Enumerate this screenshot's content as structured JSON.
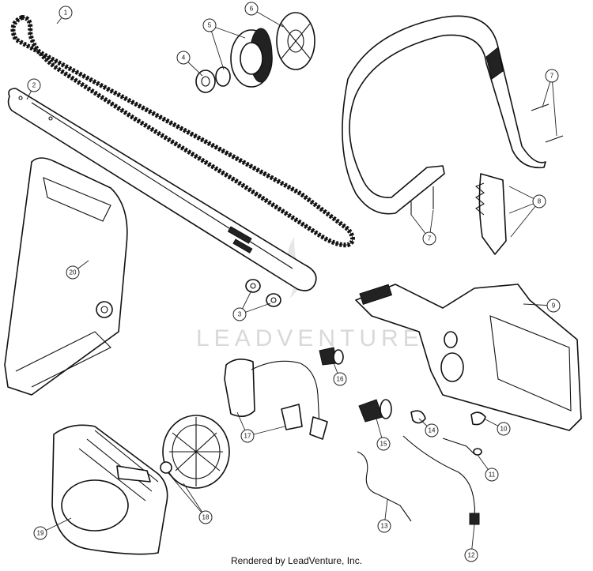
{
  "watermark": "LEADVENTURE",
  "footer": "Rendered by LeadVenture, Inc.",
  "callouts": [
    "1",
    "2",
    "3",
    "4",
    "5",
    "6",
    "7",
    "7",
    "8",
    "9",
    "10",
    "11",
    "12",
    "13",
    "14",
    "15",
    "16",
    "17",
    "18",
    "19",
    "20"
  ]
}
